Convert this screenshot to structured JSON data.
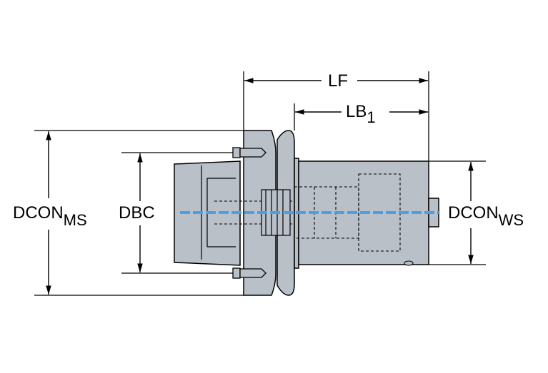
{
  "labels": {
    "lf": "LF",
    "lb1_main": "LB",
    "lb1_sub": "1",
    "dcon_ms_main": "DCON",
    "dcon_ms_sub": "MS",
    "dbc": "DBC",
    "dcon_ws_main": "DCON",
    "dcon_ws_sub": "WS"
  },
  "colors": {
    "body_fill": "#b9c0c8",
    "outline": "#000000",
    "dim_line": "#000000",
    "coolant_line": "#4aa0e6"
  }
}
